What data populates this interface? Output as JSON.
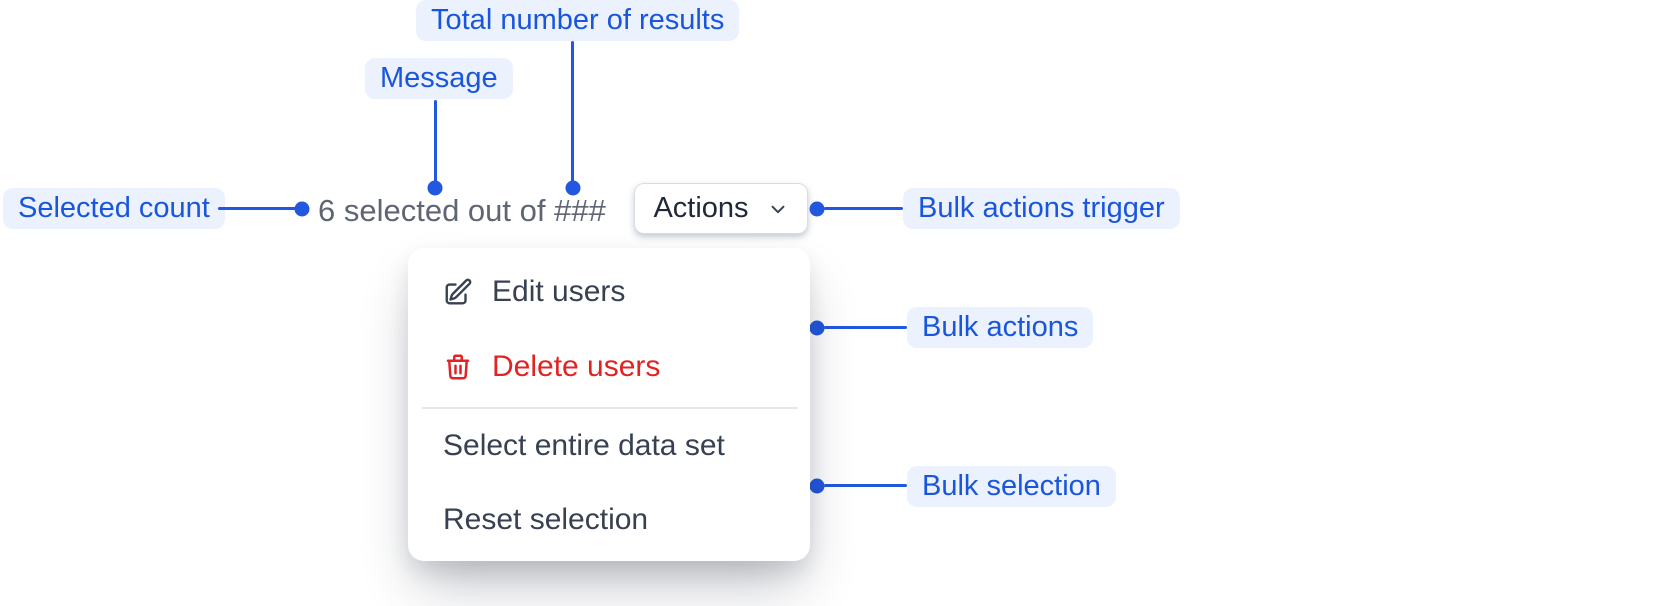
{
  "annotations": {
    "total_results": {
      "label": "Total number of results"
    },
    "message": {
      "label": "Message"
    },
    "selected_count": {
      "label": "Selected count"
    },
    "bulk_actions_trigger": {
      "label": "Bulk actions trigger"
    },
    "bulk_actions": {
      "label": "Bulk actions"
    },
    "bulk_selection": {
      "label": "Bulk selection"
    }
  },
  "toolbar": {
    "message_text": "6 selected out of ###",
    "actions_button_label": "Actions"
  },
  "dropdown": {
    "items": [
      {
        "label": "Edit users",
        "icon": "edit-icon",
        "variant": "default"
      },
      {
        "label": "Delete users",
        "icon": "trash-icon",
        "variant": "danger"
      },
      {
        "label": "Select entire data set",
        "icon": "",
        "variant": "default"
      },
      {
        "label": "Reset selection",
        "icon": "",
        "variant": "default"
      }
    ]
  },
  "colors": {
    "annotation_text": "#1A56DB",
    "annotation_bg": "#EBF1FD",
    "connector": "#2257E0",
    "message_text": "#5F6573",
    "menu_text": "#374151",
    "danger_red": "#E02424",
    "button_text": "#1F2937"
  }
}
